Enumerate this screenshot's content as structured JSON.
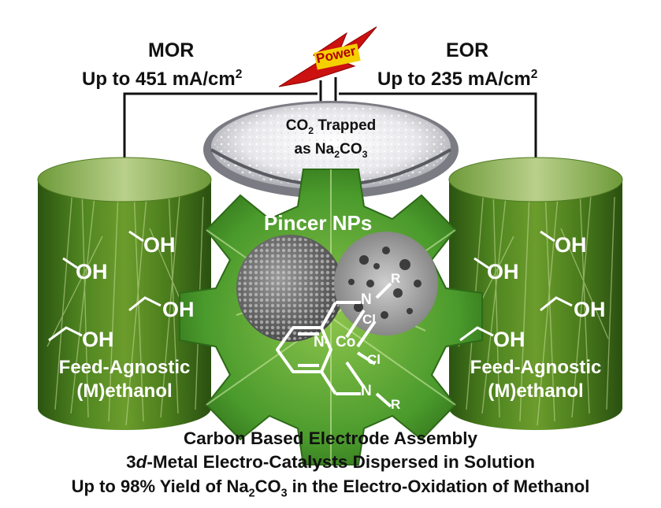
{
  "left_label": {
    "title": "MOR",
    "current_prefix": "Up to 451 mA/cm",
    "current_sup": "2"
  },
  "right_label": {
    "title": "EOR",
    "current_prefix": "Up to 235 mA/cm",
    "current_sup": "2"
  },
  "power_label": "Power",
  "co2_box": {
    "line1_a": "CO",
    "line1_sub": "2",
    "line1_b": " Trapped",
    "line2_a": "as Na",
    "line2_sub1": "2",
    "line2_b": "CO",
    "line2_sub2": "3"
  },
  "gear_title": "Pincer NPs",
  "molecule": {
    "metal": "Co",
    "n_label": "N",
    "n_ring": "N-",
    "r_label": "R",
    "cl_label": "Cl"
  },
  "alcohol_label": "OH",
  "feed_label_line1": "Feed-Agnostic",
  "feed_label_line2": "(M)ethanol",
  "captions": {
    "line1": "Carbon Based Electrode Assembly",
    "line2_num": "3",
    "line2_italic": "d",
    "line2_rest": "-Metal Electro-Catalysts Dispersed in Solution",
    "line3_a": "Up to 98% Yield of Na",
    "line3_sub1": "2",
    "line3_b": "CO",
    "line3_sub2": "3",
    "line3_c": " in the Electro-Oxidation of Methanol"
  },
  "colors": {
    "grass_dark": "#2f5a12",
    "grass_mid": "#5b8f22",
    "grass_light": "#a8c86a",
    "leaf_green": "#3f8f2a",
    "power_red": "#cc1111",
    "power_yellow": "#f5d000",
    "wire": "#111111"
  }
}
